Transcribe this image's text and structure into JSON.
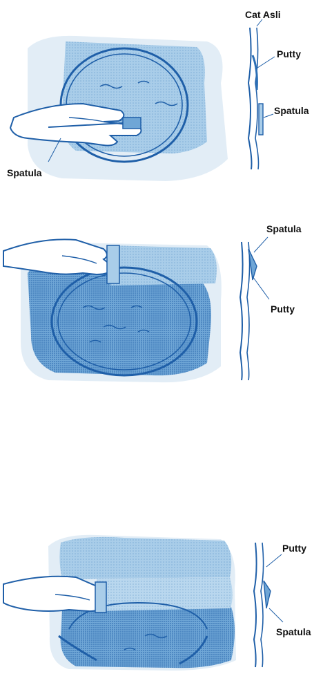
{
  "colors": {
    "light_blue": "#a9cde9",
    "mid_blue": "#6fa6d6",
    "dark_blue": "#2c6fb5",
    "line_blue": "#1f5fa8",
    "speckle": "#c8dcee",
    "label": "#111111"
  },
  "panel1": {
    "cat_asli": "Cat Asli",
    "putty": "Putty",
    "spatula_side": "Spatula",
    "spatula_main": "Spatula"
  },
  "panel2": {
    "spatula": "Spatula",
    "putty": "Putty"
  },
  "panel3": {
    "putty": "Putty",
    "spatula": "Spatula"
  }
}
